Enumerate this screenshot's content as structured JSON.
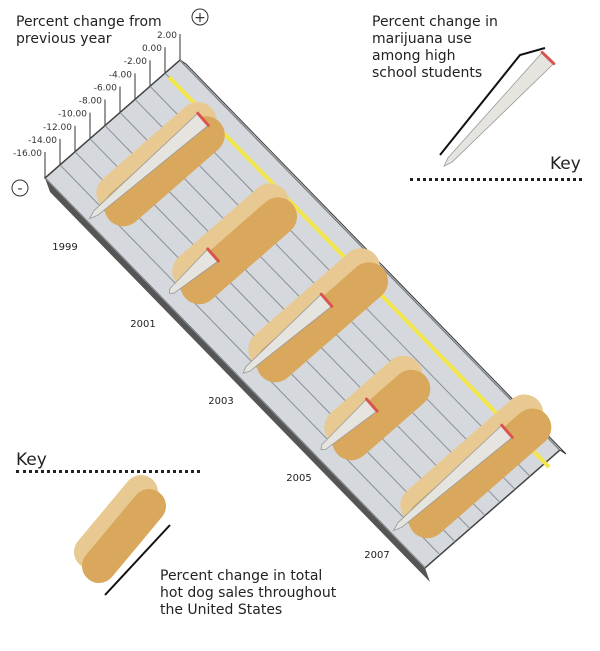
{
  "chart_data": {
    "type": "bar",
    "title": "Percent change from previous year",
    "ylabel": "Percent change from previous year",
    "ylim": [
      -16,
      2
    ],
    "yticks": [
      "2.00",
      "0.00",
      "-2.00",
      "-4.00",
      "-6.00",
      "-8.00",
      "-10.00",
      "-12.00",
      "-14.00",
      "-16.00"
    ],
    "plus_label": "+",
    "minus_label": "-",
    "categories": [
      "1999",
      "2001",
      "2003",
      "2005",
      "2007"
    ],
    "series": [
      {
        "name": "Percent change in marijuana use among high school students",
        "values": [
          -0.5,
          -9.3,
          -4.3,
          -8.4,
          -0.5
        ]
      },
      {
        "name": "Percent change in total hot dog sales throughout the United States",
        "values": [
          -2.0,
          -2.5,
          -0.5,
          -5.0,
          1.0
        ]
      }
    ]
  },
  "keys": {
    "top": {
      "title": "Key",
      "text": [
        "Percent change in",
        "marijuana use",
        "among high",
        "school students"
      ]
    },
    "bottom": {
      "title": "Key",
      "text": [
        "Percent change in total",
        "hot dog sales throughout",
        "the United States"
      ]
    }
  },
  "colors": {
    "bun": "#d9a85c",
    "bun_back": "#e8c992",
    "joint": "#e6e4df",
    "tip": "#d9534f",
    "platform": "#d5d8dc",
    "zero_line": "#f2e64a"
  }
}
